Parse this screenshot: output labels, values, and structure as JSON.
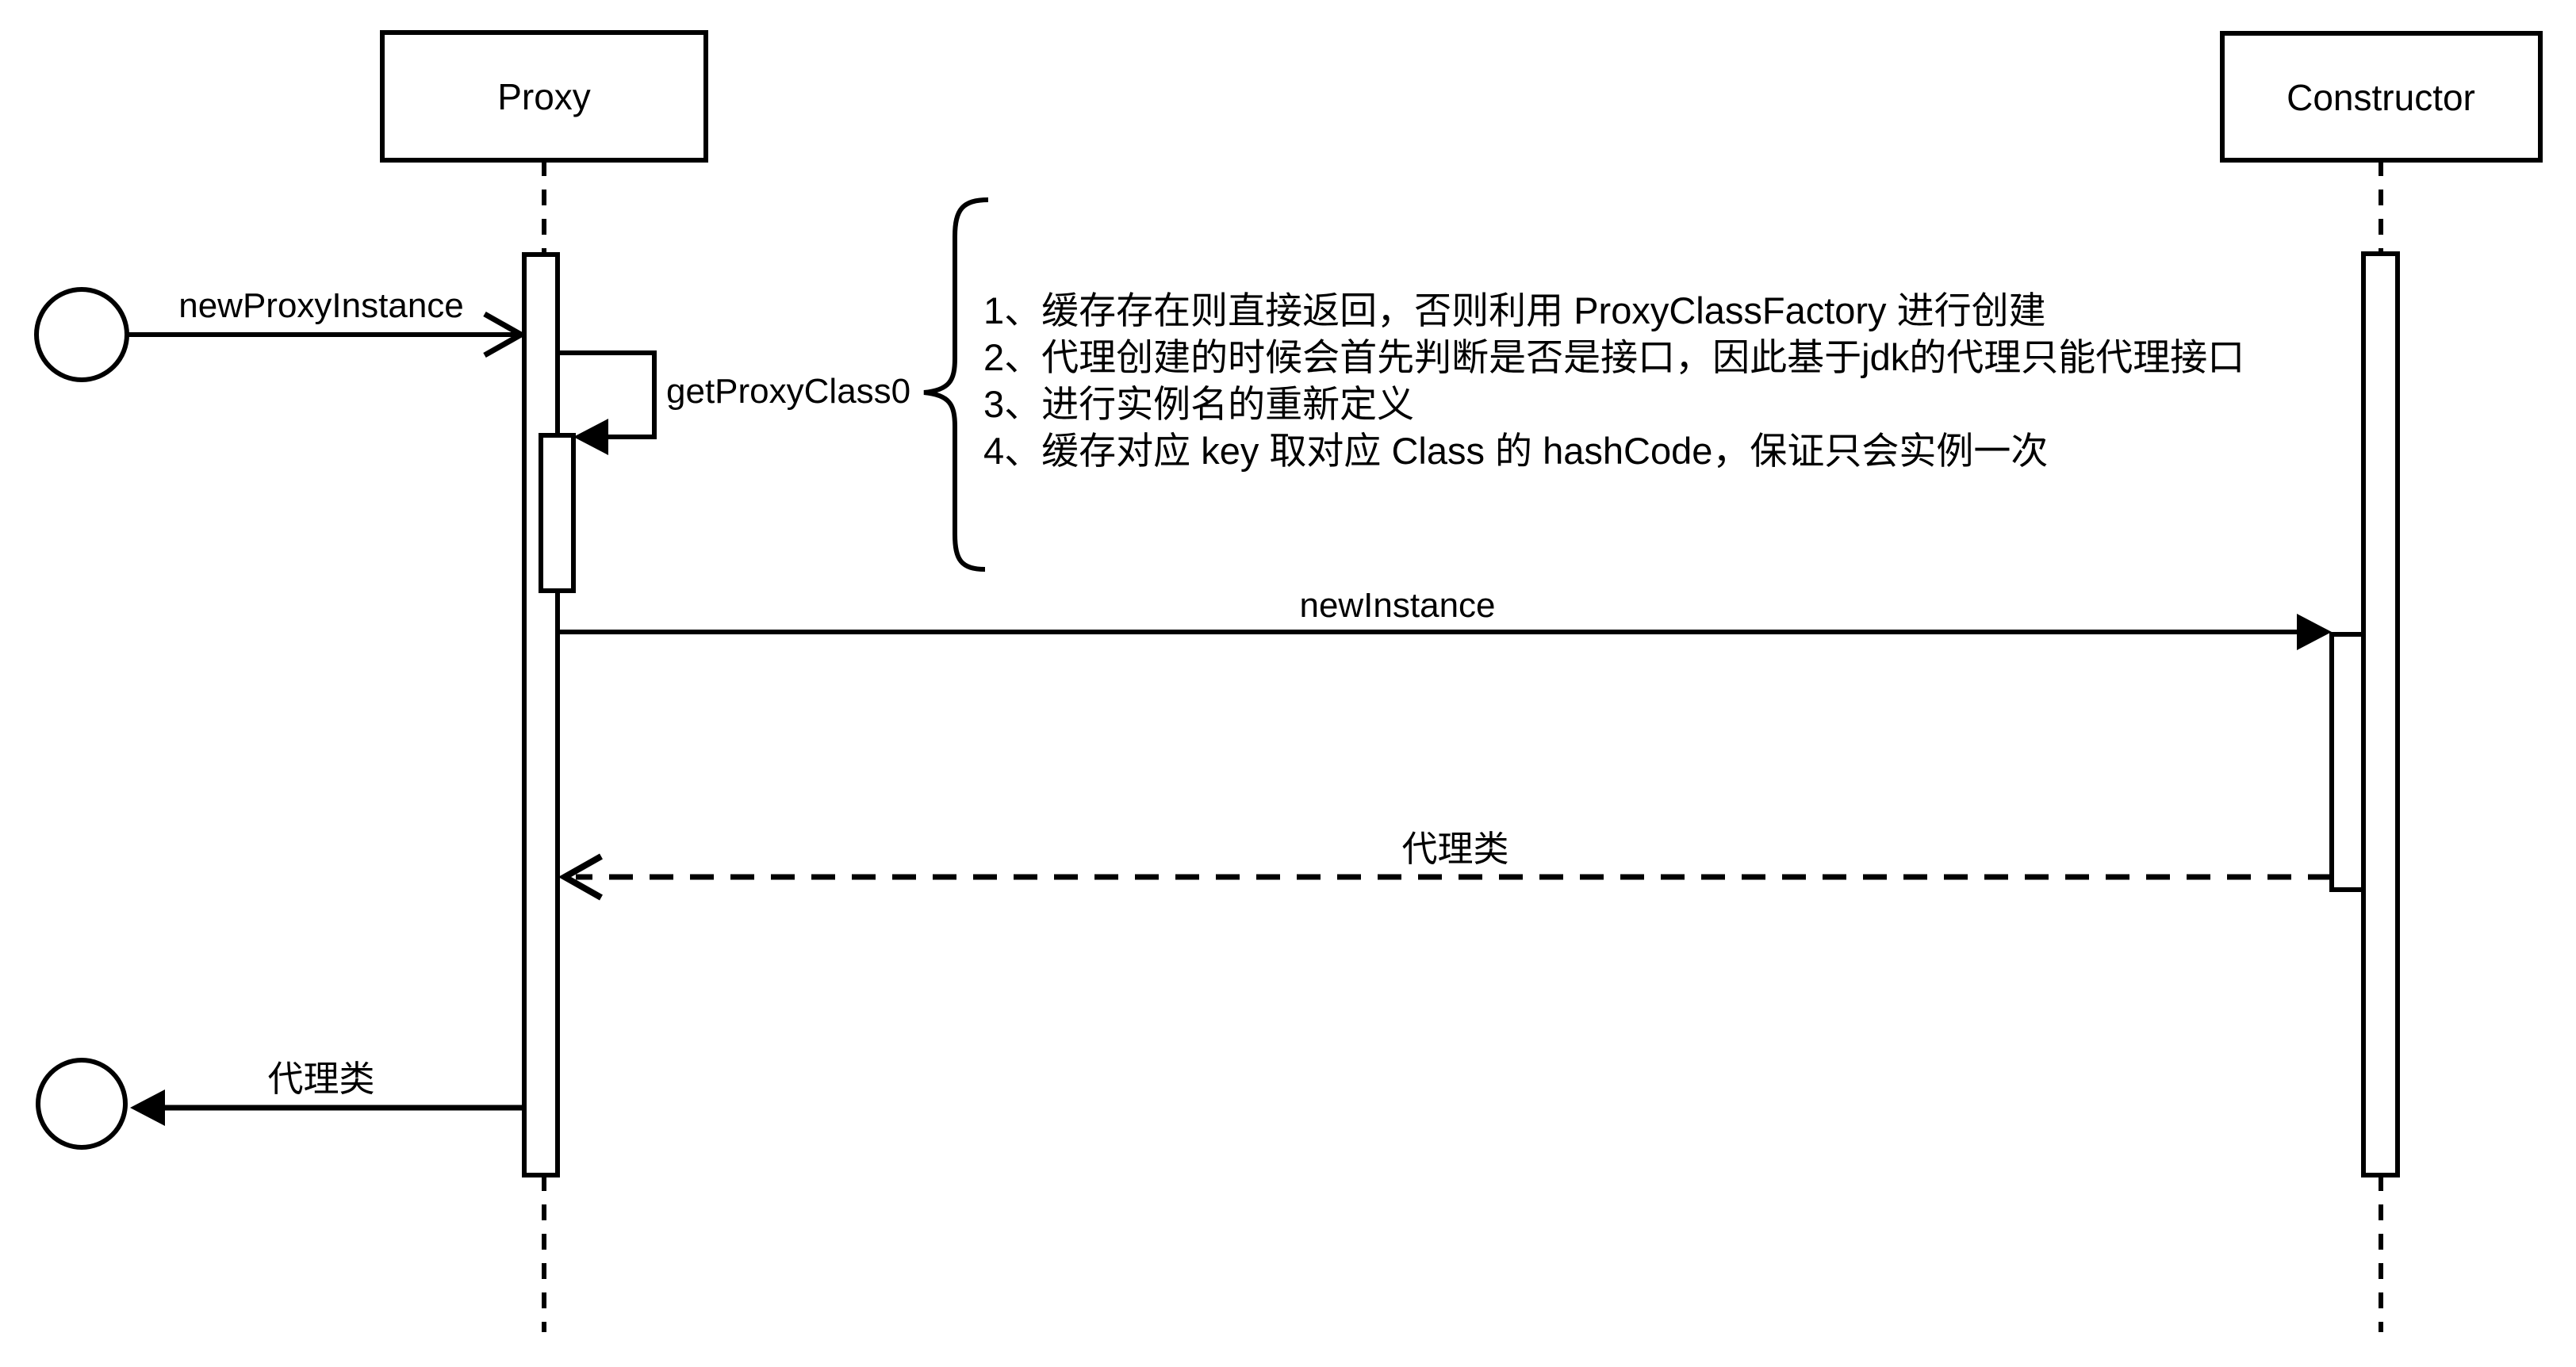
{
  "diagram": {
    "kind": "uml-sequence-diagram",
    "colors": {
      "background": "#ffffff",
      "stroke": "#000000",
      "text": "#000000"
    },
    "lifelines": [
      {
        "id": "proxy",
        "label": "Proxy"
      },
      {
        "id": "constructor",
        "label": "Constructor"
      }
    ],
    "actors": [
      {
        "id": "caller-start",
        "shape": "circle"
      },
      {
        "id": "caller-end",
        "shape": "circle"
      }
    ],
    "messages": [
      {
        "label": "newProxyInstance",
        "from": "caller",
        "to": "Proxy",
        "line": "solid",
        "arrowhead": "open"
      },
      {
        "label": "getProxyClass0",
        "from": "Proxy",
        "to": "Proxy",
        "line": "solid",
        "arrowhead": "filled",
        "kind": "self-call"
      },
      {
        "label": "newInstance",
        "from": "Proxy",
        "to": "Constructor",
        "line": "solid",
        "arrowhead": "filled"
      },
      {
        "label": "代理类",
        "from": "Constructor",
        "to": "Proxy",
        "line": "dashed",
        "arrowhead": "open",
        "kind": "return"
      },
      {
        "label": "代理类",
        "from": "Proxy",
        "to": "caller",
        "line": "solid",
        "arrowhead": "filled",
        "kind": "return"
      }
    ],
    "note": {
      "attached_to": "getProxyClass0",
      "bracket": "curly-brace",
      "lines": [
        "1、缓存存在则直接返回，否则利用 ProxyClassFactory 进行创建",
        "2、代理创建的时候会首先判断是否是接口，因此基于jdk的代理只能代理接口",
        "3、进行实例名的重新定义",
        "4、缓存对应 key 取对应 Class 的 hashCode，保证只会实例一次"
      ]
    }
  }
}
